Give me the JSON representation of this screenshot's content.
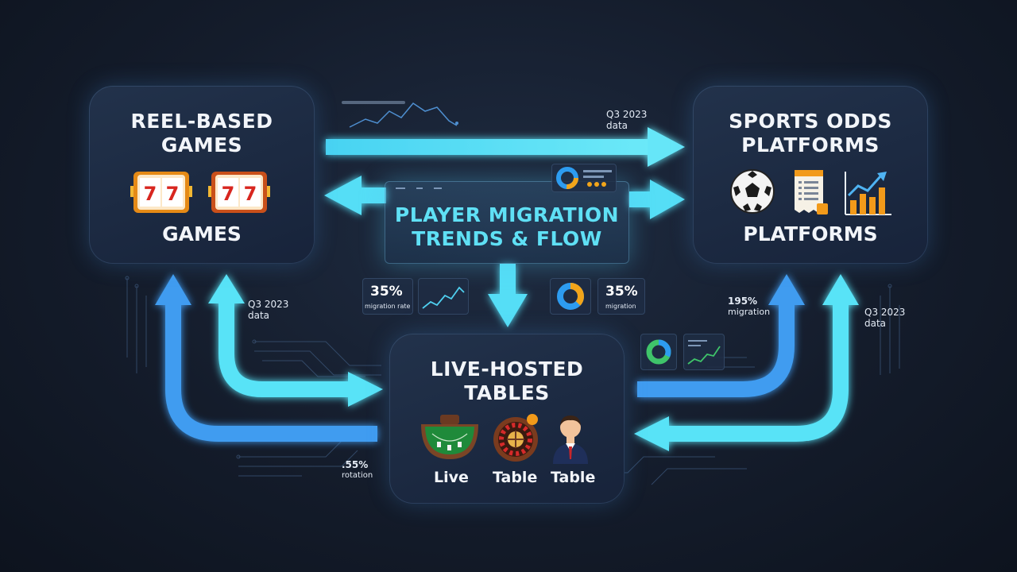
{
  "title": "PLAYER MIGRATION\nTRENDS & FLOW",
  "nodes": {
    "reel": {
      "title": "REEL-BASED\nGAMES",
      "footer": "GAMES"
    },
    "sports": {
      "title": "SPORTS ODDS\nPLATFORMS",
      "footer": "PLATFORMS"
    },
    "live": {
      "title": "LIVE-HOSTED\nTABLES",
      "labels": [
        "Live",
        "Table",
        "Table"
      ]
    }
  },
  "annotations": {
    "top_period": "Q3 2023",
    "top_period_sub": "data",
    "left_period": "Q3 2023",
    "left_period_sub": "data",
    "right_period": "Q3 2023",
    "right_period_sub": "data",
    "stat_left_value": "35%",
    "stat_left_label": "migration rate",
    "stat_mid_value": "35%",
    "stat_mid_label": "migration",
    "stat_right_value": "195%",
    "stat_right_label": "migration",
    "stat_bottom_value": ".55%",
    "stat_bottom_label": "rotation"
  },
  "colors": {
    "arrow_cyan": "#58e3f7",
    "arrow_blue": "#3f9cf0",
    "title_cyan": "#5fe0f5",
    "node_bg": "#1c2a42",
    "accent_orange": "#f2a51a"
  },
  "icons": [
    "slot-machine-icon",
    "slot-machine-icon",
    "soccer-ball-icon",
    "betting-slip-icon",
    "bar-growth-icon",
    "blackjack-table-icon",
    "roulette-wheel-icon",
    "dealer-icon",
    "donut-chart-icon",
    "line-chart-icon"
  ]
}
